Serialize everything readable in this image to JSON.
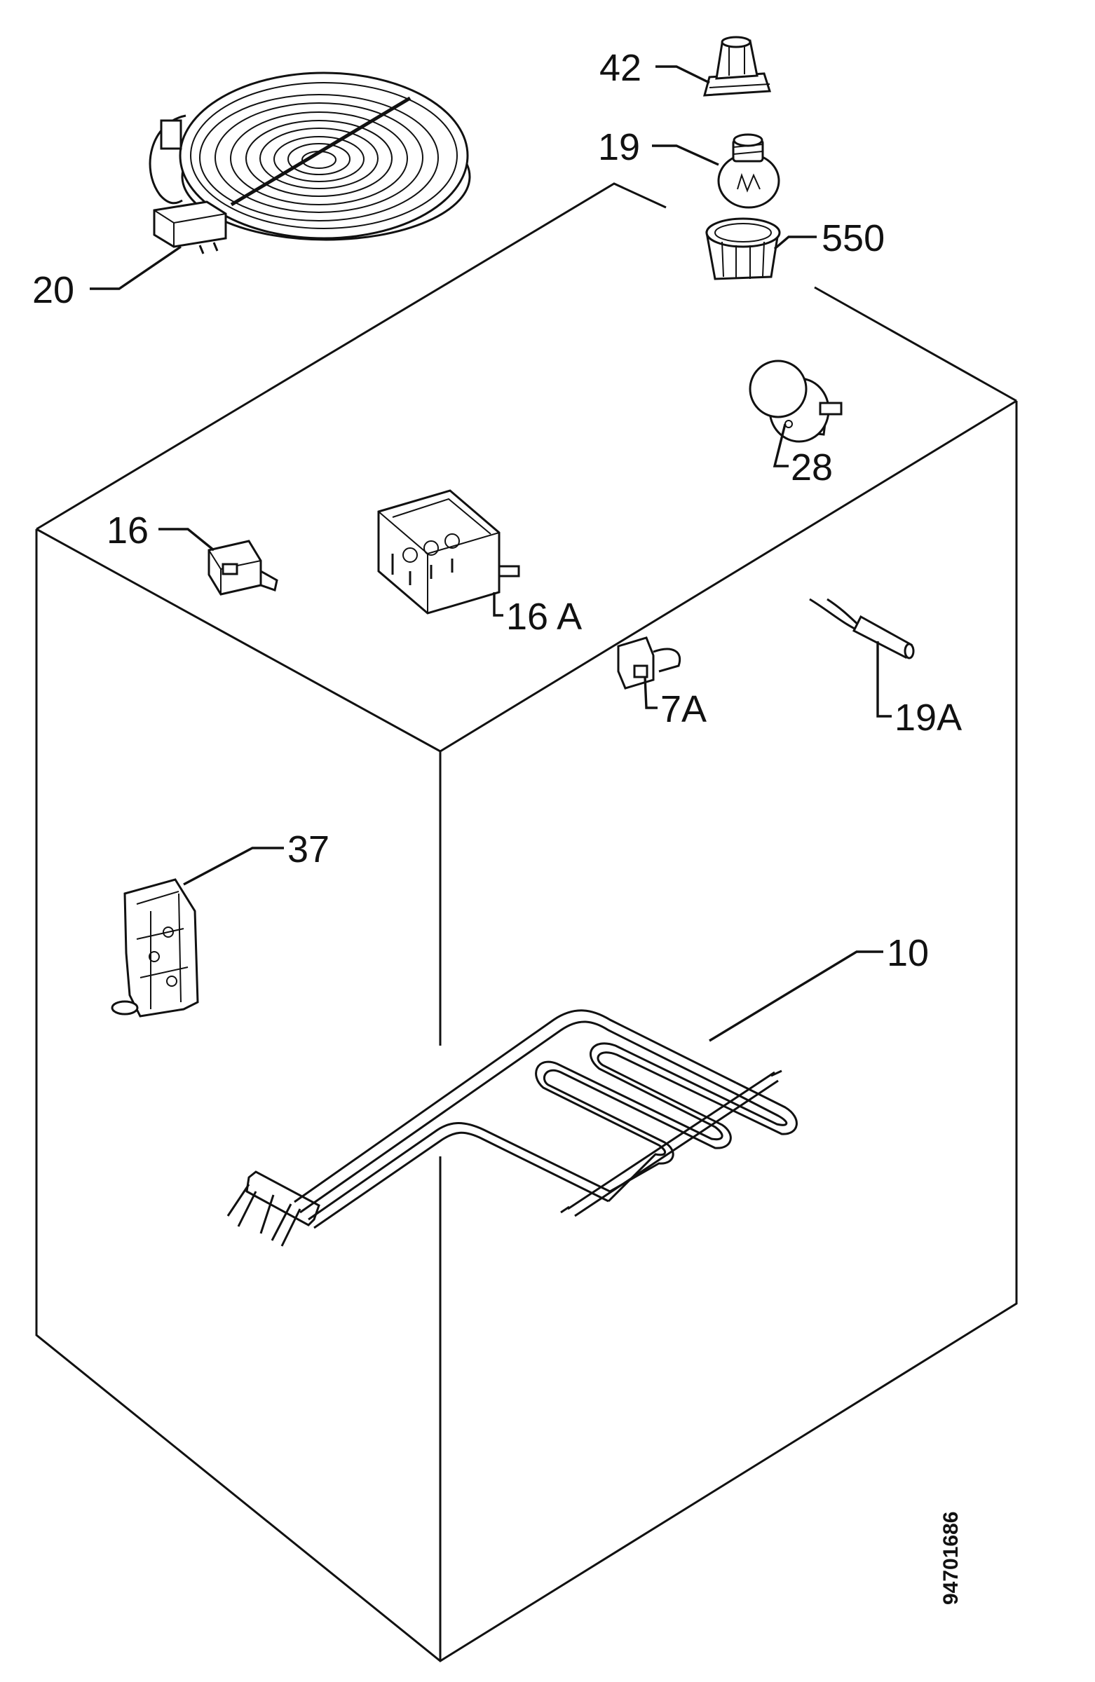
{
  "diagram": {
    "doc_id": "94701686",
    "labels": {
      "p42": "42",
      "p19": "19",
      "p550": "550",
      "p20": "20",
      "p28": "28",
      "p16": "16",
      "p16a": "16 A",
      "p7a": "7A",
      "p19a": "19A",
      "p37": "37",
      "p10": "10"
    }
  }
}
